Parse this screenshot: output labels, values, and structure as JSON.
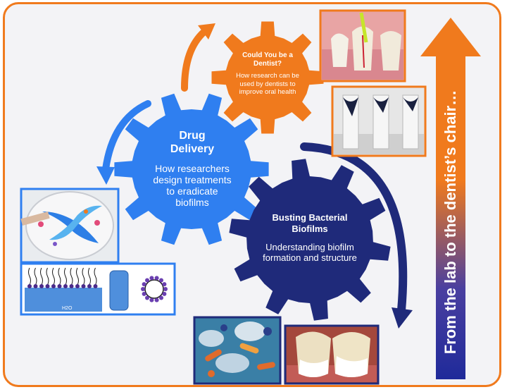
{
  "diagram": {
    "vertical_label": "From the lab to the dentist’s chair…",
    "gears": {
      "dentist": {
        "title": "Could You be a Dentist?",
        "body": "How research can be used by dentists to improve oral health",
        "color": "#f07a1d"
      },
      "drug_delivery": {
        "title": "Drug Delivery",
        "body": "How researchers design treatments to eradicate biofilms",
        "color": "#2f7ff0"
      },
      "biofilms": {
        "title": "Busting Bacterial Biofilms",
        "body": "Understanding biofilm formation and structure",
        "color": "#1f2a7a"
      }
    },
    "images": [
      {
        "name": "tooth-root-canal-photo",
        "border": "#f07a1d"
      },
      {
        "name": "cuvettes-photo",
        "border": "#f07a1d"
      },
      {
        "name": "petri-dish-photo",
        "border": "#2f7ff0"
      },
      {
        "name": "surfactant-schematic",
        "border": "#2f7ff0",
        "label": "H2O"
      },
      {
        "name": "bacteria-micrograph",
        "border": "#1f2a7a"
      },
      {
        "name": "plaque-teeth-photo",
        "border": "#1f2a7a"
      }
    ],
    "colors": {
      "frame": "#f07a1d",
      "arrow_top": "#f07a1d",
      "arrow_bottom": "#1f2a7a"
    }
  }
}
